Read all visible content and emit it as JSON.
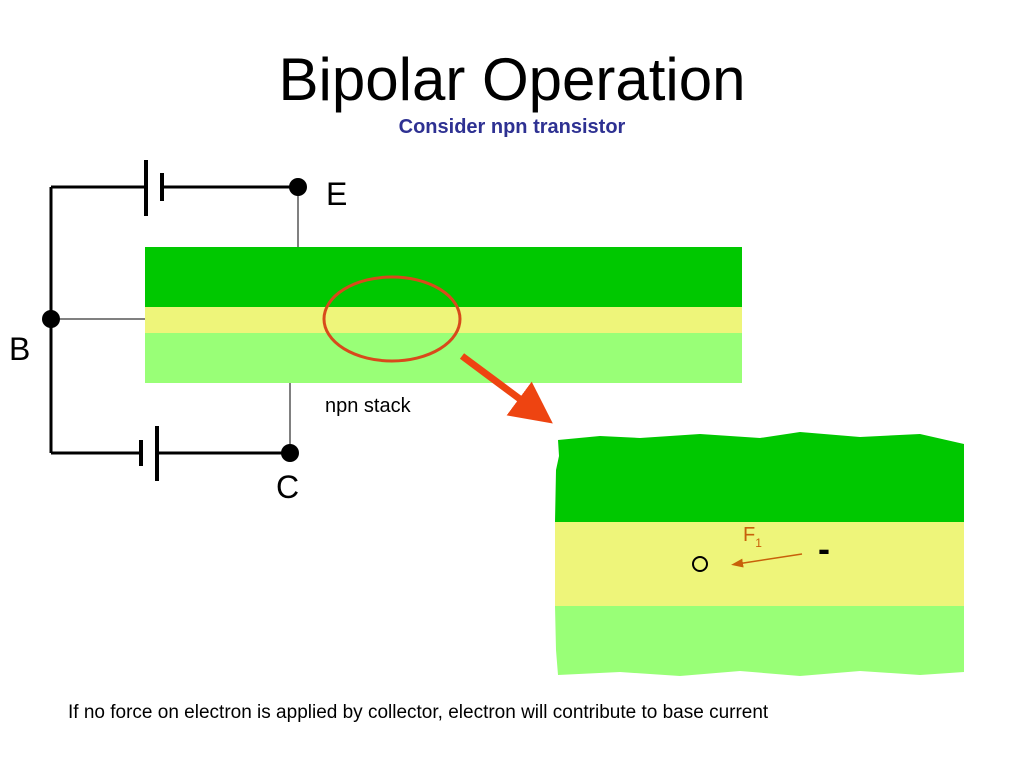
{
  "slide": {
    "title": "Bipolar Operation",
    "subtitle": "Consider npn transistor",
    "caption": "If no force on electron is applied by collector, electron will contribute to base current"
  },
  "diagram": {
    "terminal_emitter": "E",
    "terminal_base": "B",
    "terminal_collector": "C",
    "stack_label": "npn stack",
    "force_label": "F",
    "force_subscript": "1",
    "charge_symbol": "-",
    "electron_symbol": "o"
  },
  "colors": {
    "emitter_layer": "#00c800",
    "base_layer": "#eef57a",
    "collector_layer": "#99ff77",
    "highlight_ellipse": "#d84a1b",
    "zoom_arrow": "#ee4411",
    "force_arrow": "#c8600a",
    "subtitle": "#2e3192"
  }
}
